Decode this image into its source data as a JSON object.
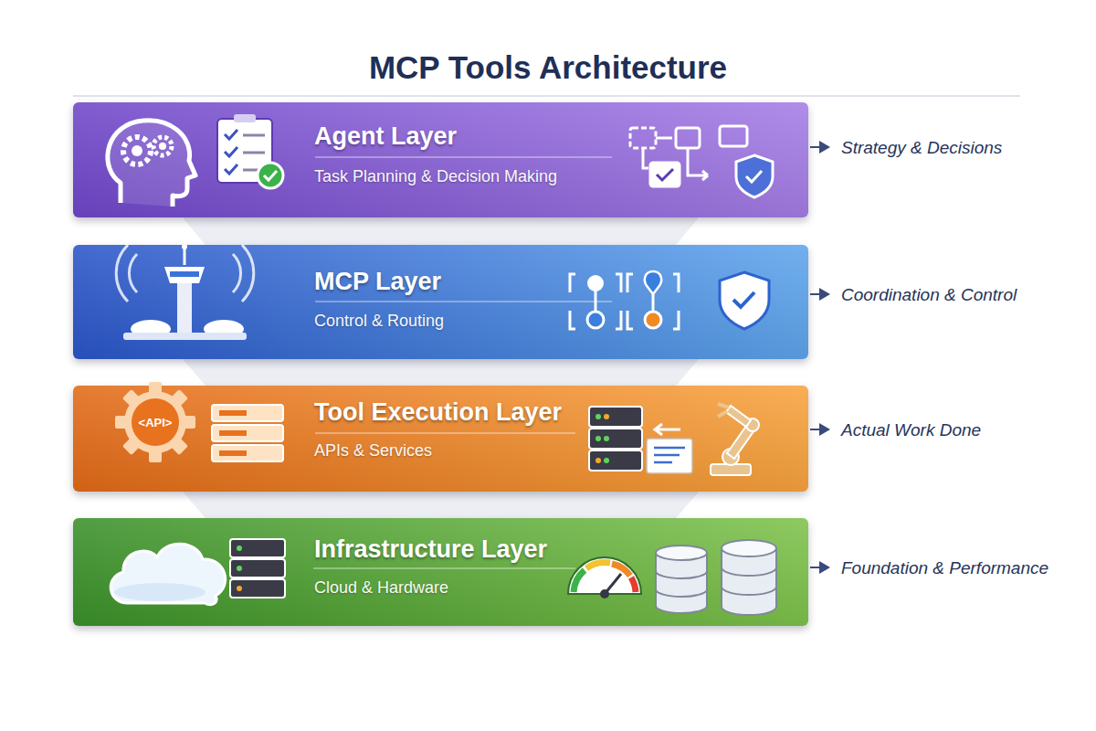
{
  "diagram": {
    "title": "MCP Tools Architecture",
    "nodes": [
      {
        "text": [
          "Agent Layer",
          "Task Planning & Decision Making"
        ]
      },
      {
        "text": [
          "MCP Layer",
          "Control & Routing"
        ]
      },
      {
        "text": [
          "Tool Execution Layer",
          "APIs & Services"
        ]
      },
      {
        "text": [
          "Infrastructure Layer",
          "Cloud & Hardware"
        ]
      }
    ],
    "labels": [
      "Strategy & Decisions",
      "Coordination & Control",
      "Actual Work Done",
      "Foundation & Performance",
      "<API>"
    ]
  }
}
